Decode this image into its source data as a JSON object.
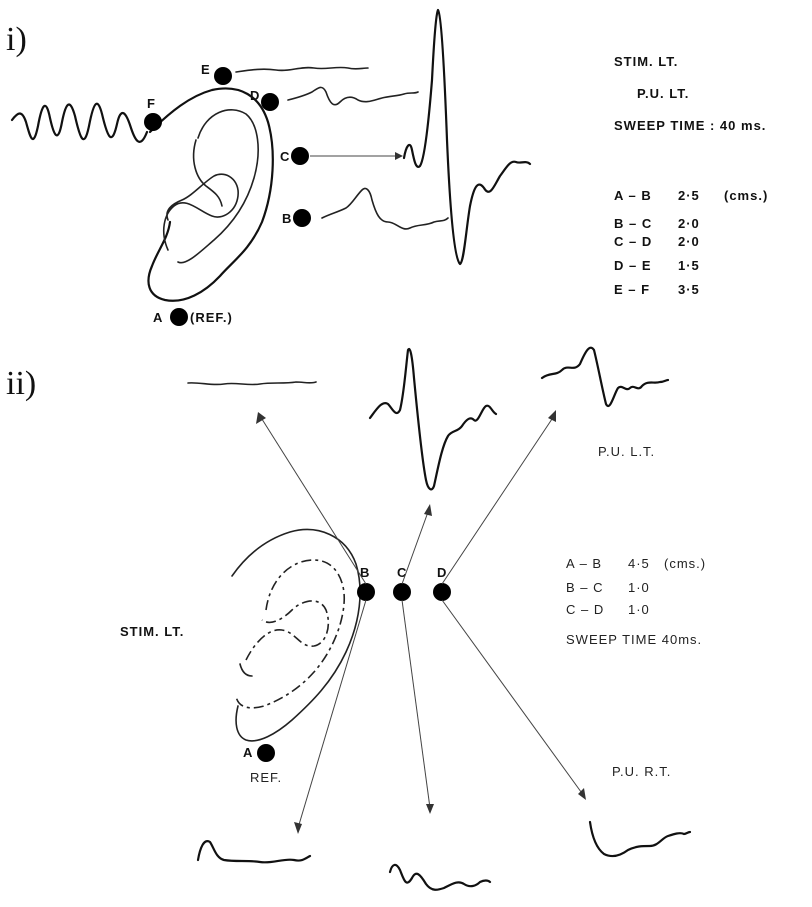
{
  "panel_i": {
    "label": "i)",
    "electrodes": {
      "a": "A",
      "a_ref": "(REF.)",
      "b": "B",
      "c": "C",
      "d": "D",
      "e": "E",
      "f": "F"
    },
    "info": {
      "stim": "STIM.   LT.",
      "pu": "P.U.   LT.",
      "sweep": "SWEEP   TIME : 40 ms."
    },
    "distances": [
      {
        "pair": "A – B",
        "value": "2·5",
        "unit": "(cms.)"
      },
      {
        "pair": "B – C",
        "value": "2·0",
        "unit": ""
      },
      {
        "pair": "C – D",
        "value": "2·0",
        "unit": ""
      },
      {
        "pair": "D – E",
        "value": "1·5",
        "unit": ""
      },
      {
        "pair": "E – F",
        "value": "3·5",
        "unit": ""
      }
    ]
  },
  "panel_ii": {
    "label": "ii)",
    "electrodes": {
      "a": "A",
      "ref": "REF.",
      "b": "B",
      "c": "C",
      "d": "D"
    },
    "stim": "STIM. LT.",
    "pu_lt": "P.U.  L.T.",
    "pu_rt": "P.U.  R.T.",
    "distances": [
      {
        "pair": "A – B",
        "value": "4·5",
        "unit": "(cms.)"
      },
      {
        "pair": "B – C",
        "value": "1·0",
        "unit": ""
      },
      {
        "pair": "C – D",
        "value": "1·0",
        "unit": ""
      }
    ],
    "sweep": "SWEEP  TIME  40ms."
  }
}
